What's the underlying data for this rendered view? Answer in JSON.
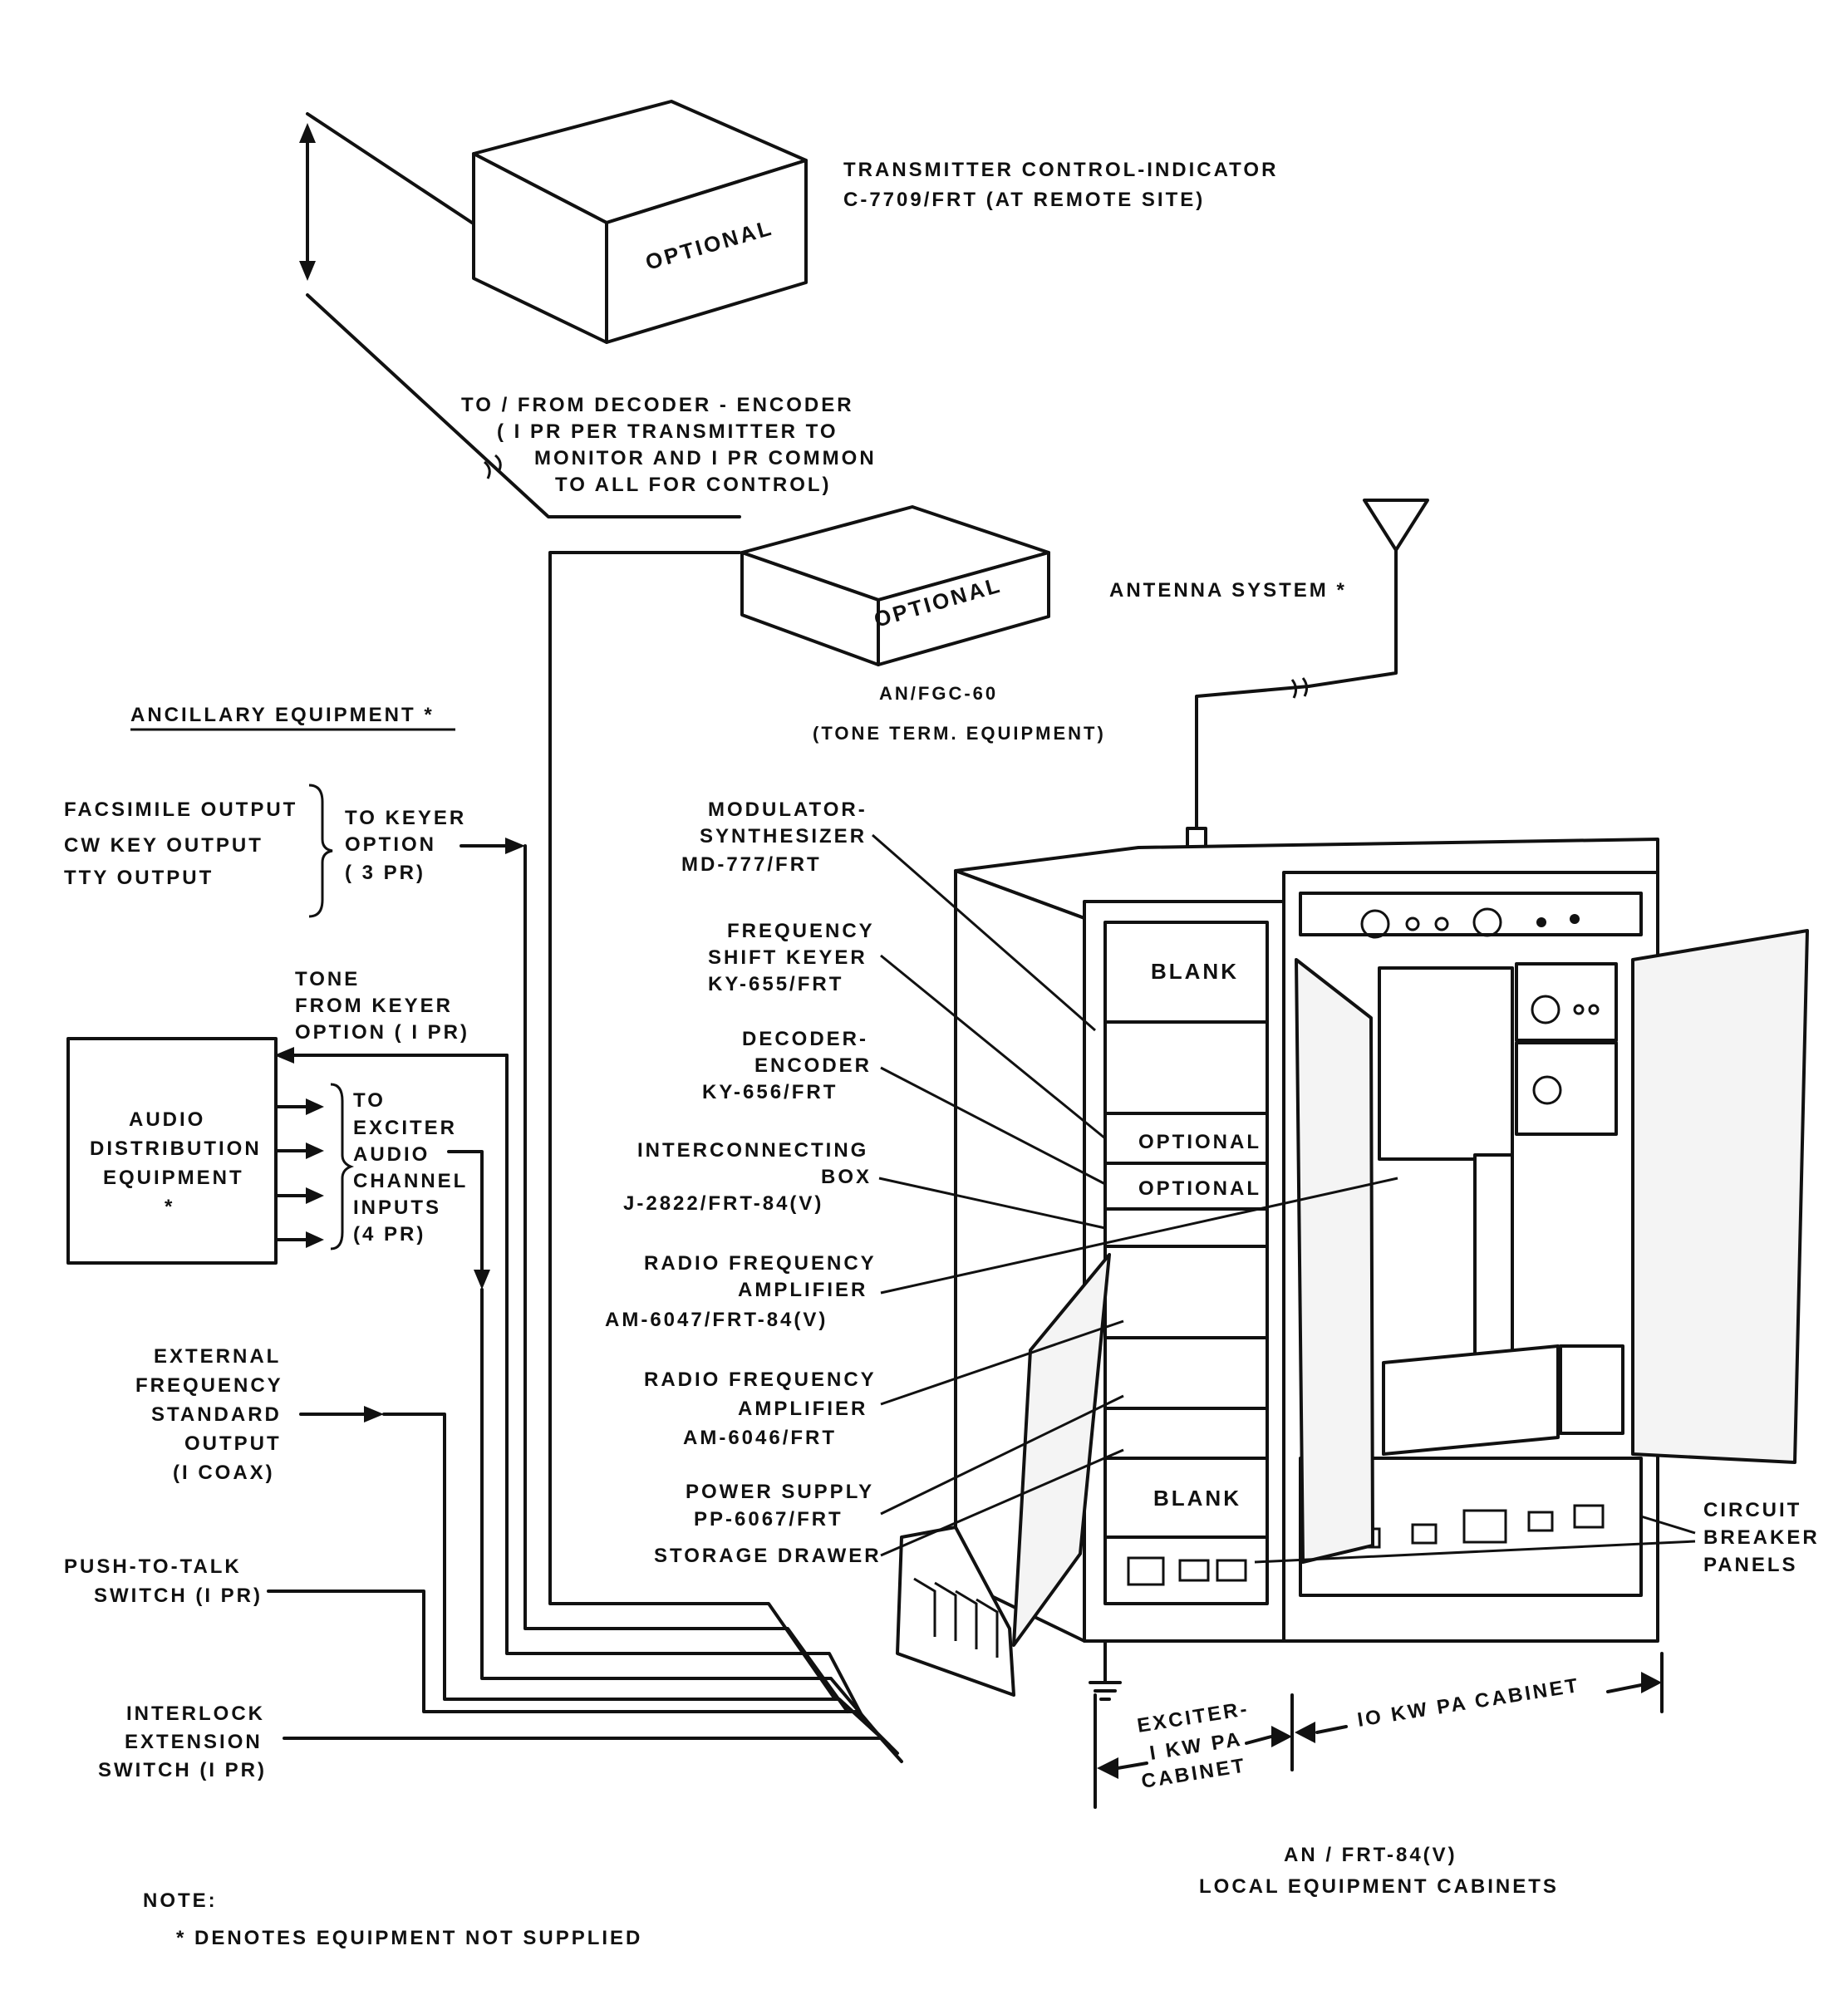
{
  "remote": {
    "title_line1": "TRANSMITTER CONTROL-INDICATOR",
    "title_line2": "C-7709/FRT (AT REMOTE SITE)",
    "box_label": "OPTIONAL"
  },
  "decoder_link": {
    "line1": "TO / FROM DECODER - ENCODER",
    "line2": "( I PR PER TRANSMITTER TO",
    "line3": "MONITOR AND I PR COMMON",
    "line4": "TO ALL FOR CONTROL)"
  },
  "tone_term": {
    "box_label": "OPTIONAL",
    "line1": "AN/FGC-60",
    "line2": "(TONE TERM. EQUIPMENT)"
  },
  "antenna": {
    "label": "ANTENNA SYSTEM *"
  },
  "ancillary": {
    "heading": "ANCILLARY EQUIPMENT *",
    "outputs": [
      "FACSIMILE OUTPUT",
      "CW KEY OUTPUT",
      "TTY OUTPUT"
    ],
    "keyer": [
      "TO KEYER",
      "OPTION",
      "( 3 PR)"
    ],
    "tone": [
      "TONE",
      "FROM KEYER",
      "OPTION ( I PR)"
    ],
    "audio_box": [
      "AUDIO",
      "DISTRIBUTION",
      "EQUIPMENT",
      "*"
    ],
    "exciter": [
      "TO",
      "EXCITER",
      "AUDIO",
      "CHANNEL",
      "INPUTS",
      "(4 PR)"
    ],
    "freq_std": [
      "EXTERNAL",
      "FREQUENCY",
      "STANDARD",
      "OUTPUT",
      "(I COAX)"
    ],
    "ptt": [
      "PUSH-TO-TALK",
      "SWITCH (I PR)"
    ],
    "interlock": [
      "INTERLOCK",
      "EXTENSION",
      "SWITCH (I PR)"
    ]
  },
  "callouts": {
    "modulator": [
      "MODULATOR-",
      "SYNTHESIZER",
      "MD-777/FRT"
    ],
    "keyer": [
      "FREQUENCY",
      "SHIFT KEYER",
      "KY-655/FRT"
    ],
    "decoder": [
      "DECODER-",
      "ENCODER",
      "KY-656/FRT"
    ],
    "interconnect": [
      "INTERCONNECTING",
      "BOX",
      "J-2822/FRT-84(V)"
    ],
    "rf1": [
      "RADIO FREQUENCY",
      "AMPLIFIER",
      "AM-6047/FRT-84(V)"
    ],
    "rf2": [
      "RADIO FREQUENCY",
      "AMPLIFIER",
      "AM-6046/FRT"
    ],
    "psu": [
      "POWER SUPPLY",
      "PP-6067/FRT"
    ],
    "drawer": [
      "STORAGE DRAWER"
    ],
    "breaker": [
      "CIRCUIT",
      "BREAKER",
      "PANELS"
    ]
  },
  "cabinet": {
    "blank_top": "BLANK",
    "optional_1": "OPTIONAL",
    "optional_2": "OPTIONAL",
    "blank_bottom": "BLANK"
  },
  "dimensions": {
    "exciter": [
      "EXCITER-",
      "I KW PA",
      "CABINET"
    ],
    "pa": "IO KW PA CABINET"
  },
  "caption": {
    "line1": "AN / FRT-84(V)",
    "line2": "LOCAL EQUIPMENT CABINETS"
  },
  "note": {
    "heading": "NOTE:",
    "text": "* DENOTES EQUIPMENT NOT SUPPLIED"
  }
}
